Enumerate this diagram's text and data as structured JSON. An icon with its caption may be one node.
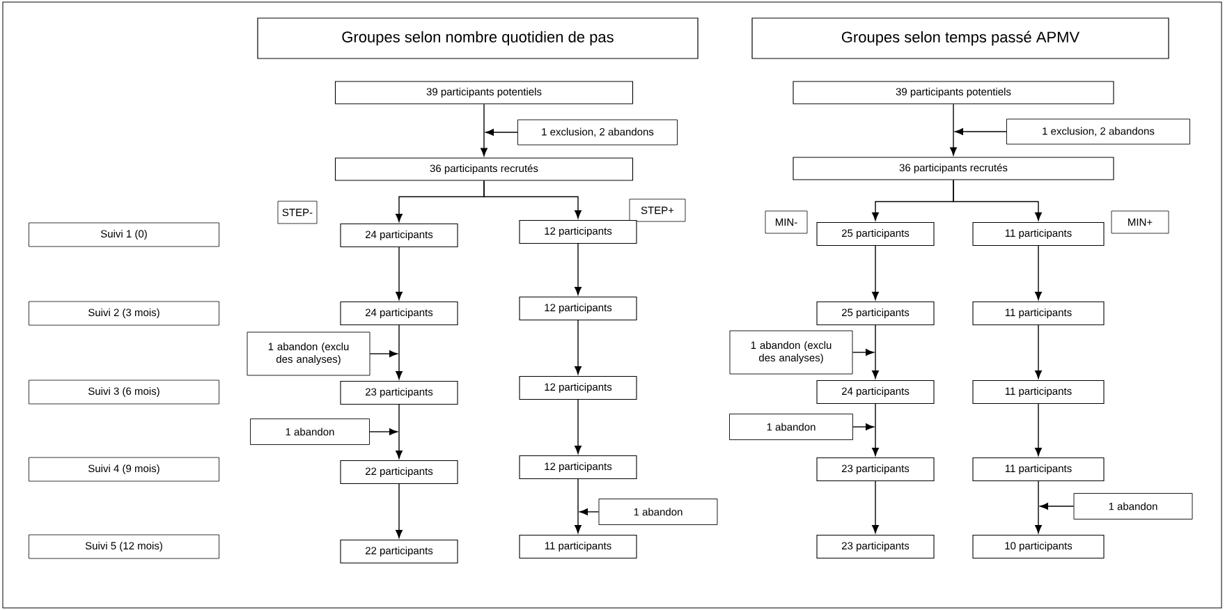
{
  "diagram": {
    "nodes": [
      {
        "text": [
          "Groupes selon nombre quotidien de pas"
        ]
      },
      {
        "text": [
          "Groupes selon temps passé APMV"
        ]
      },
      {
        "text": [
          "39 participants potentiels"
        ]
      },
      {
        "text": [
          "1 exclusion, 2 abandons"
        ]
      },
      {
        "text": [
          "36 participants recrutés"
        ]
      },
      {
        "text": [
          "STEP-"
        ]
      },
      {
        "text": [
          "STEP+"
        ]
      },
      {
        "text": [
          "Suivi 1 (0)"
        ]
      },
      {
        "text": [
          "24 participants"
        ]
      },
      {
        "text": [
          "12 participants"
        ]
      },
      {
        "text": [
          "Suivi 2 (3 mois)"
        ]
      },
      {
        "text": [
          "24 participants"
        ]
      },
      {
        "text": [
          "12 participants"
        ]
      },
      {
        "text": [
          "1 abandon (exclu des analyses)"
        ]
      },
      {
        "text": [
          "Suivi 3 (6 mois)"
        ]
      },
      {
        "text": [
          "23 participants"
        ]
      },
      {
        "text": [
          "12 participants"
        ]
      },
      {
        "text": [
          "1 abandon"
        ]
      },
      {
        "text": [
          "Suivi 4 (9 mois)"
        ]
      },
      {
        "text": [
          "22 participants"
        ]
      },
      {
        "text": [
          "12 participants"
        ]
      },
      {
        "text": [
          "1 abandon"
        ]
      },
      {
        "text": [
          "Suivi 5 (12 mois)"
        ]
      },
      {
        "text": [
          "22 participants"
        ]
      },
      {
        "text": [
          "11 participants"
        ]
      },
      {
        "text": [
          "39 participants potentiels"
        ]
      },
      {
        "text": [
          "1 exclusion, 2 abandons"
        ]
      },
      {
        "text": [
          "36 participants recrutés"
        ]
      },
      {
        "text": [
          "MIN-"
        ]
      },
      {
        "text": [
          "MIN+"
        ]
      },
      {
        "text": [
          "25 participants"
        ]
      },
      {
        "text": [
          "11 participants"
        ]
      },
      {
        "text": [
          "25 participants"
        ]
      },
      {
        "text": [
          "11 participants"
        ]
      },
      {
        "text": [
          "1 abandon (exclu des analyses)"
        ]
      },
      {
        "text": [
          "24 participants"
        ]
      },
      {
        "text": [
          "11 participants"
        ]
      },
      {
        "text": [
          "1 abandon"
        ]
      },
      {
        "text": [
          "23 participants"
        ]
      },
      {
        "text": [
          "11 participants"
        ]
      },
      {
        "text": [
          "1 abandon"
        ]
      },
      {
        "text": [
          "23 participants"
        ]
      },
      {
        "text": [
          "10 participants"
        ]
      }
    ],
    "edges": [
      {
        "from": 2,
        "to": 4,
        "arrow": "to"
      },
      {
        "from": 3,
        "to": null,
        "arrow": "to"
      },
      {
        "from": 4,
        "to": 8,
        "arrow": "to"
      },
      {
        "from": 4,
        "to": 9,
        "arrow": "to"
      },
      {
        "from": 8,
        "to": 11,
        "arrow": "to"
      },
      {
        "from": 11,
        "to": 15,
        "arrow": "to"
      },
      {
        "from": 13,
        "to": null,
        "arrow": "to"
      },
      {
        "from": 15,
        "to": 19,
        "arrow": "to"
      },
      {
        "from": 17,
        "to": null,
        "arrow": "to"
      },
      {
        "from": 19,
        "to": 23,
        "arrow": "to"
      },
      {
        "from": 9,
        "to": 12,
        "arrow": "to"
      },
      {
        "from": 12,
        "to": 16,
        "arrow": "to"
      },
      {
        "from": 16,
        "to": 20,
        "arrow": "to"
      },
      {
        "from": 20,
        "to": 24,
        "arrow": "to"
      },
      {
        "from": 21,
        "to": null,
        "arrow": "to"
      },
      {
        "from": 25,
        "to": 27,
        "arrow": "to"
      },
      {
        "from": 26,
        "to": null,
        "arrow": "to"
      },
      {
        "from": 27,
        "to": 30,
        "arrow": "to"
      },
      {
        "from": 27,
        "to": 31,
        "arrow": "to"
      },
      {
        "from": 30,
        "to": 32,
        "arrow": "to"
      },
      {
        "from": 32,
        "to": 35,
        "arrow": "to"
      },
      {
        "from": 34,
        "to": null,
        "arrow": "to"
      },
      {
        "from": 35,
        "to": 38,
        "arrow": "to"
      },
      {
        "from": 37,
        "to": null,
        "arrow": "to"
      },
      {
        "from": 38,
        "to": 41,
        "arrow": "to"
      },
      {
        "from": 31,
        "to": 33,
        "arrow": "to"
      },
      {
        "from": 33,
        "to": 36,
        "arrow": "to"
      },
      {
        "from": 36,
        "to": 39,
        "arrow": "to"
      },
      {
        "from": 39,
        "to": 42,
        "arrow": "to"
      },
      {
        "from": 40,
        "to": null,
        "arrow": "to"
      }
    ]
  }
}
